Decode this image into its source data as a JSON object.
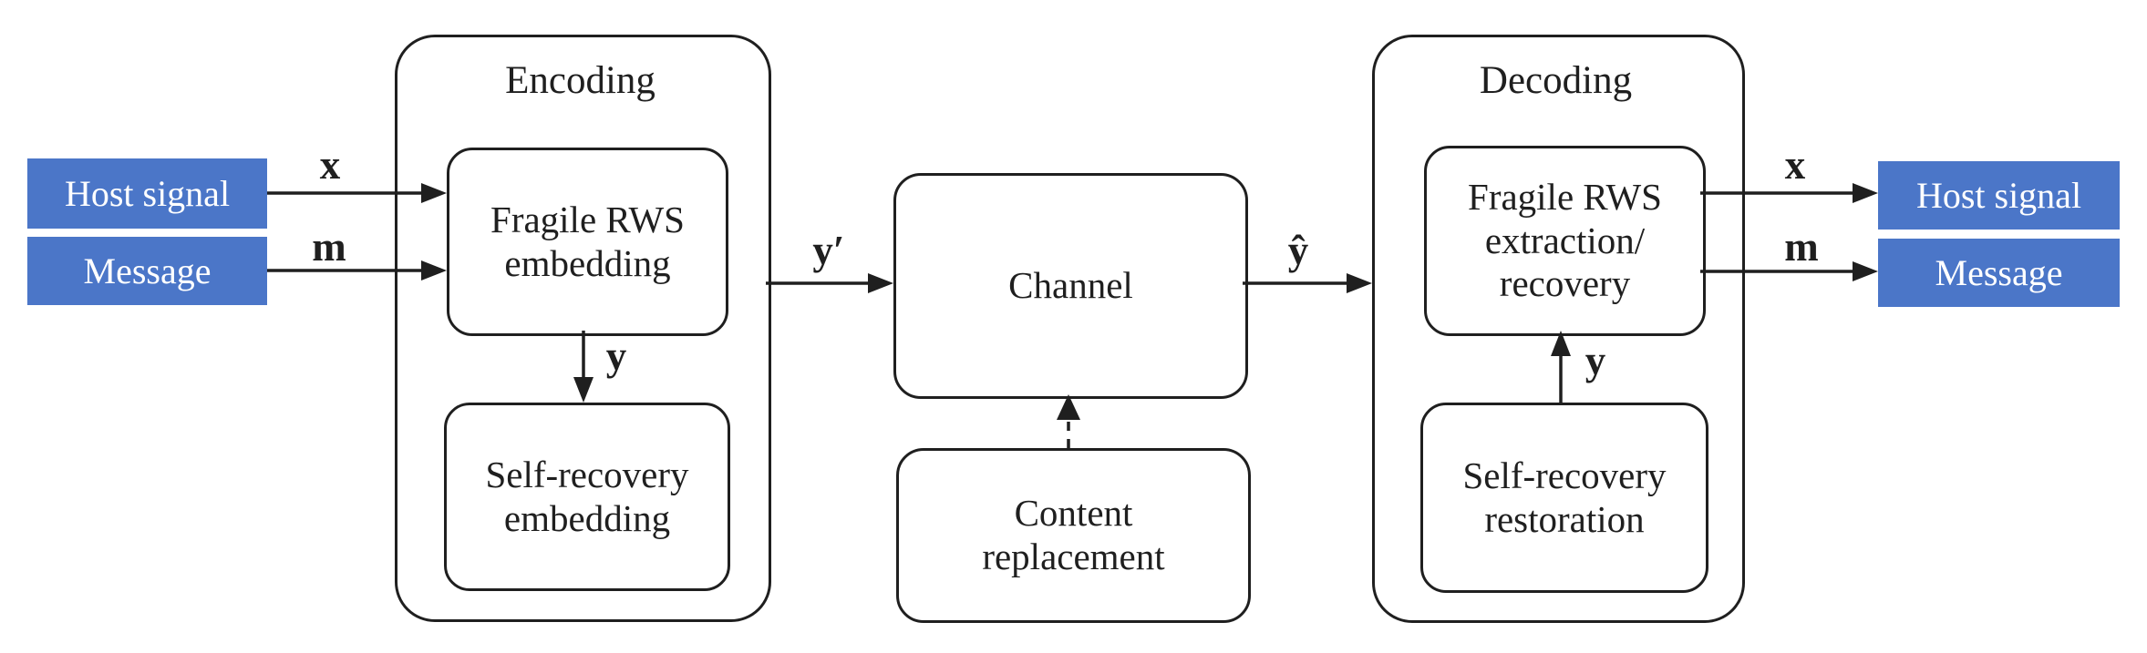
{
  "colors": {
    "background": "#ffffff",
    "line": "#1f1f1f",
    "node_fill": "#4b76c8",
    "node_text": "#ffffff"
  },
  "groups": {
    "encoding": {
      "title": "Encoding"
    },
    "decoding": {
      "title": "Decoding"
    }
  },
  "boxes": {
    "fragile_embedding": {
      "lines": [
        "Fragile RWS",
        "embedding"
      ]
    },
    "self_recovery_embedding": {
      "lines": [
        "Self-recovery",
        "embedding"
      ]
    },
    "channel": {
      "lines": [
        "Channel"
      ]
    },
    "content_replacement": {
      "lines": [
        "Content",
        "replacement"
      ]
    },
    "fragile_extraction": {
      "lines": [
        "Fragile RWS",
        "extraction/",
        "recovery"
      ]
    },
    "self_recovery_restoration": {
      "lines": [
        "Self-recovery",
        "restoration"
      ]
    }
  },
  "endpoints": {
    "host_signal": "Host signal",
    "message": "Message"
  },
  "signals": {
    "x": "x",
    "m": "m",
    "y": "y",
    "y_prime": "y′",
    "y_hat": "ŷ"
  }
}
